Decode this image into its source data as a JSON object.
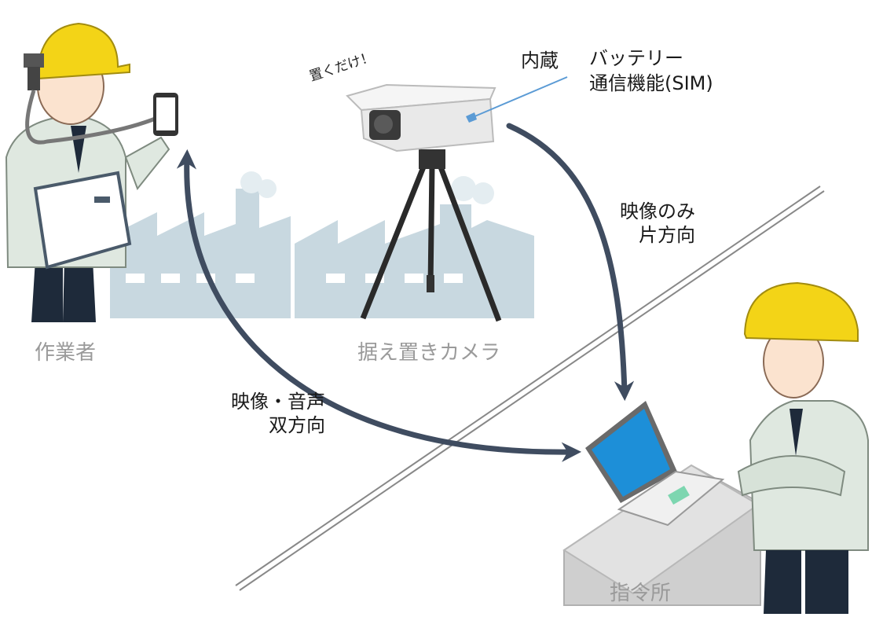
{
  "labels": {
    "worker": "作業者",
    "fixed_camera": "据え置きカメラ",
    "command_post": "指令所",
    "just_place": "置くだけ！",
    "builtin": "内蔵",
    "battery": "バッテリー",
    "sim": "通信機能(SIM)",
    "video_only": "映像のみ",
    "one_way": "片方向",
    "video_audio": "映像・音声",
    "two_way": "双方向"
  },
  "colors": {
    "arrow": "#3f4c60",
    "factory": "#c8d8e0",
    "helmet": "#f3d417",
    "uniform": "#dfe8e0",
    "pants": "#1e2a3a",
    "callout": "#5b9bd5",
    "laptop_screen": "#1d8fd8"
  }
}
